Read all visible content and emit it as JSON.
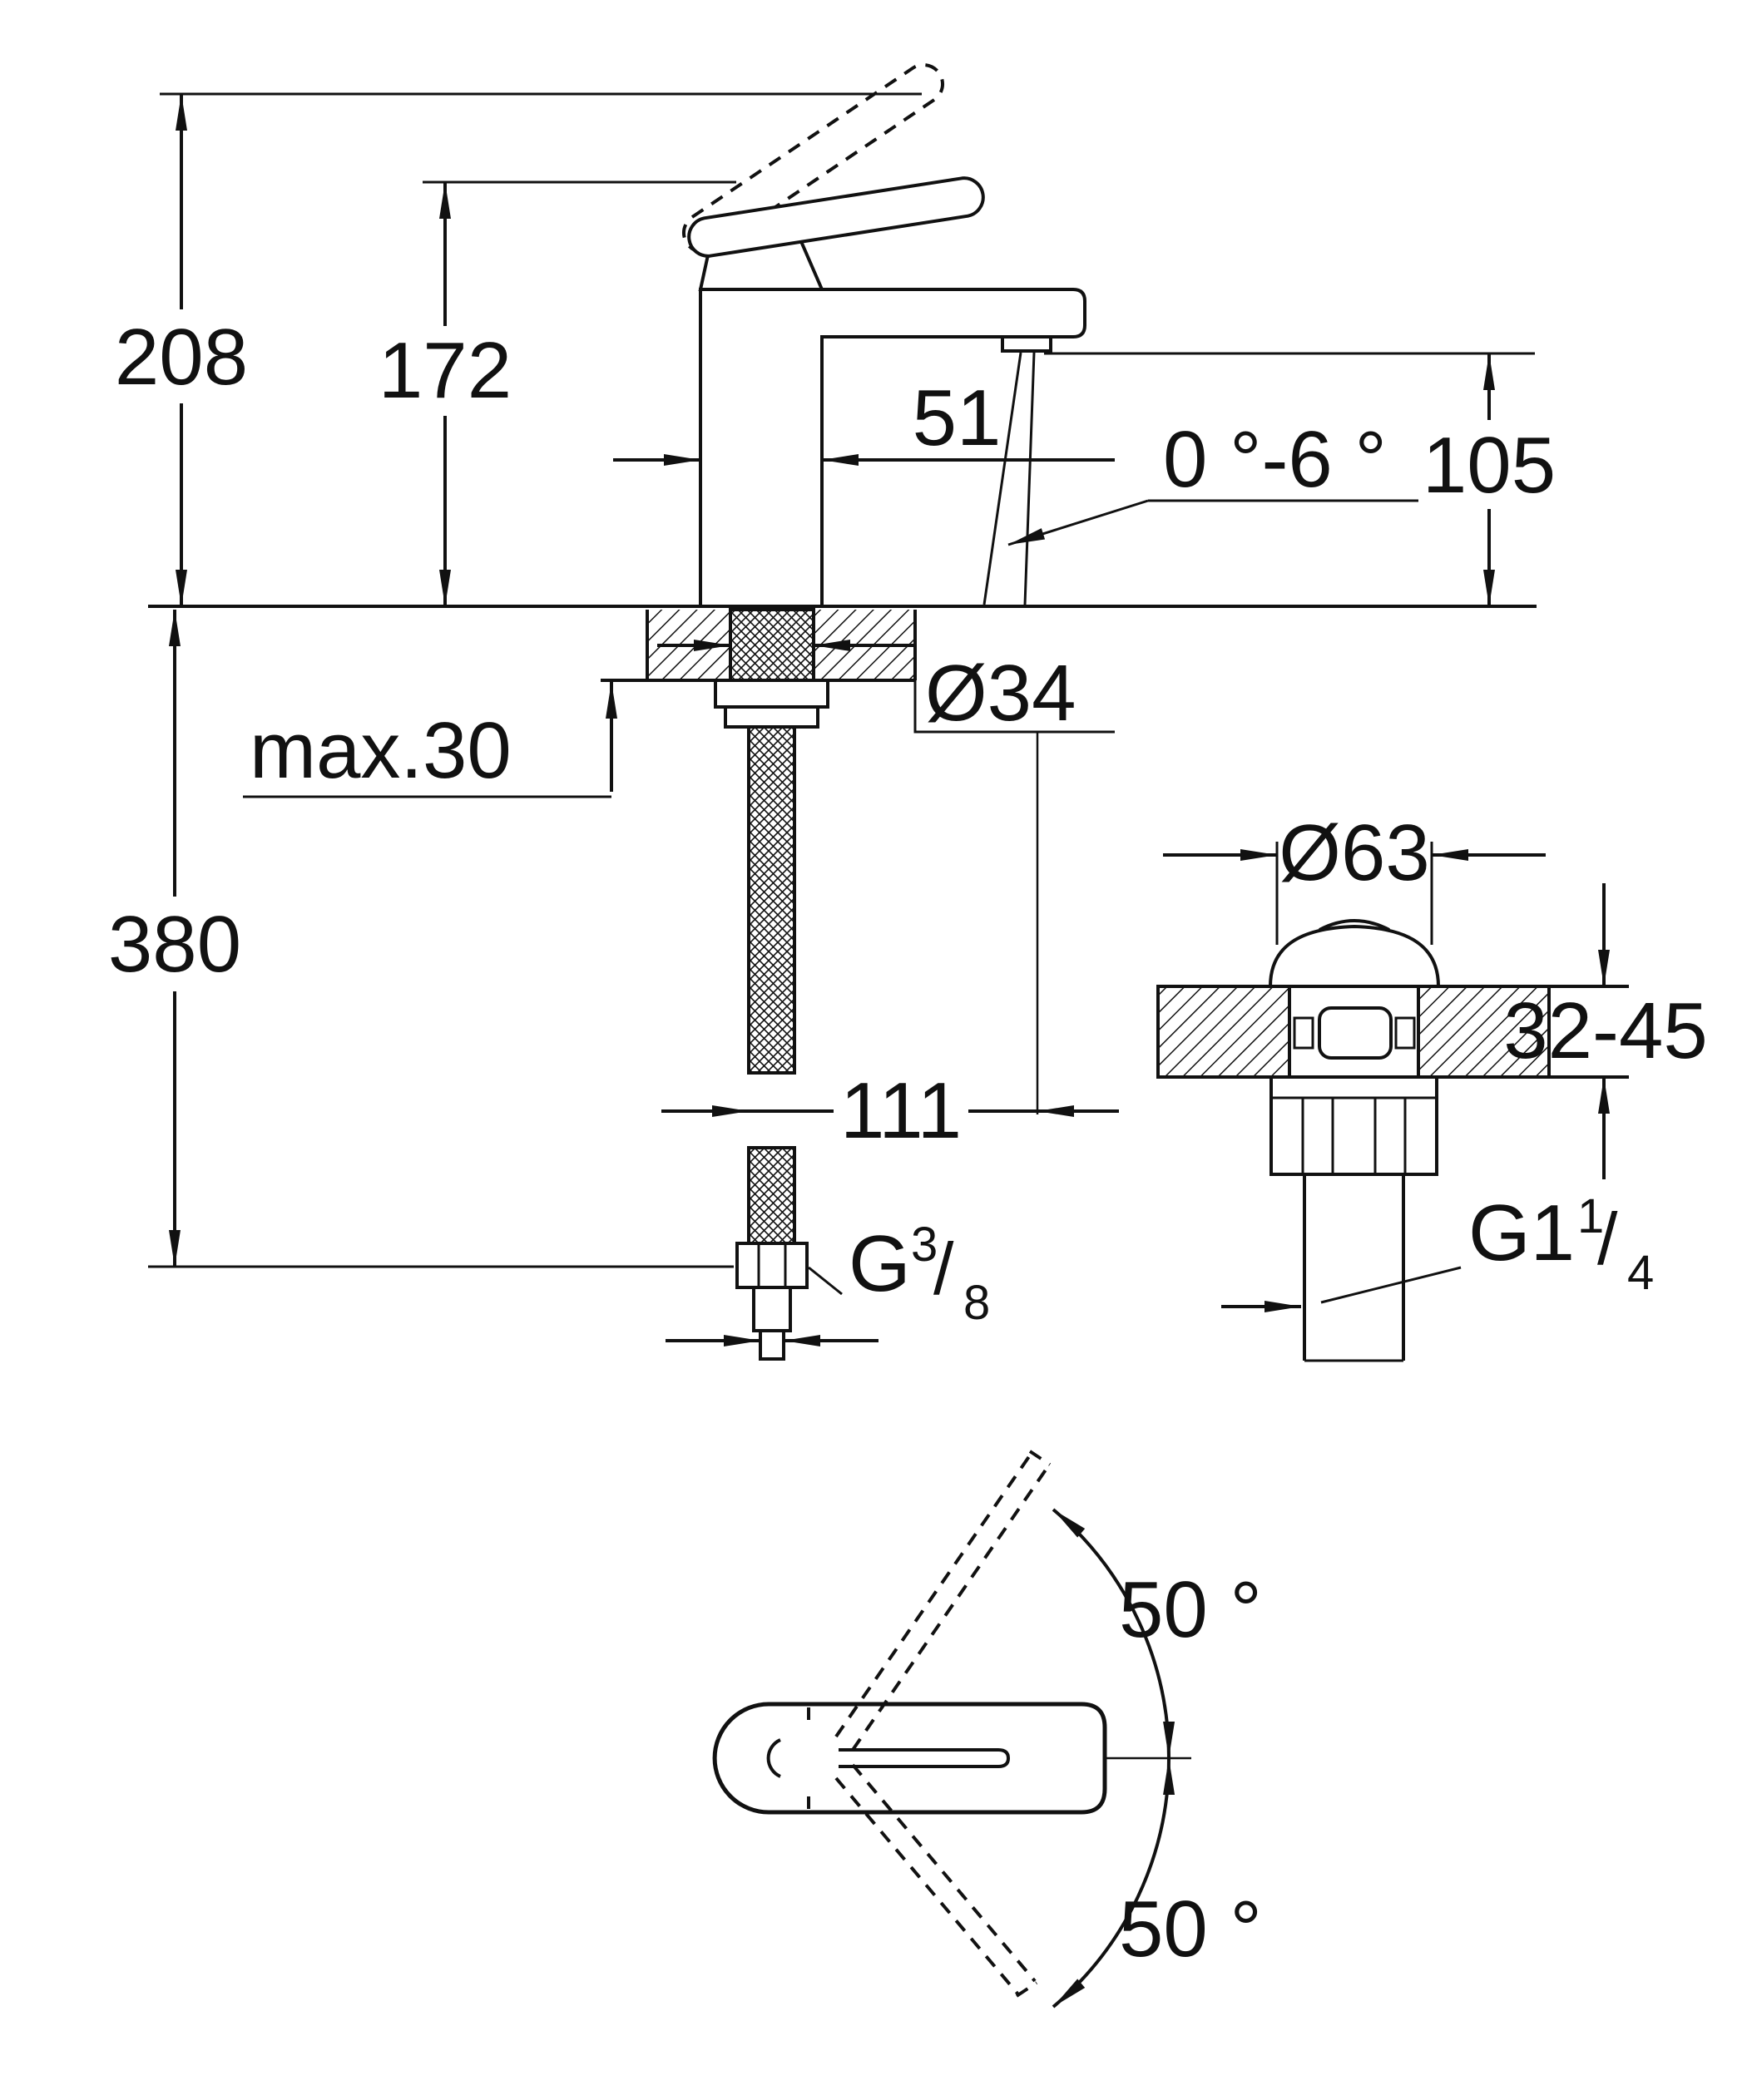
{
  "labels": {
    "height_total": "208",
    "height_to_spout_top": "172",
    "body_width": "51",
    "stream_angle": "0 °-6 °",
    "spout_outlet_height": "105",
    "max_deck_thickness": "max.30",
    "mounting_hole_diameter": "Ø34",
    "hose_length": "380",
    "spout_reach": "111",
    "supply_thread_prefix": "G",
    "supply_thread_numerator": "3",
    "supply_thread_slash": "/",
    "supply_thread_denominator": "8",
    "drain_flange_diameter": "Ø63",
    "drain_deck_thickness_range": "32-45",
    "drain_thread_prefix": "G1",
    "drain_thread_numerator": "1",
    "drain_thread_slash": "/",
    "drain_thread_denominator": "4",
    "handle_swing_upper": "50 °",
    "handle_swing_lower": "50 °"
  },
  "colors": {
    "line": "#111111",
    "background": "#ffffff"
  }
}
